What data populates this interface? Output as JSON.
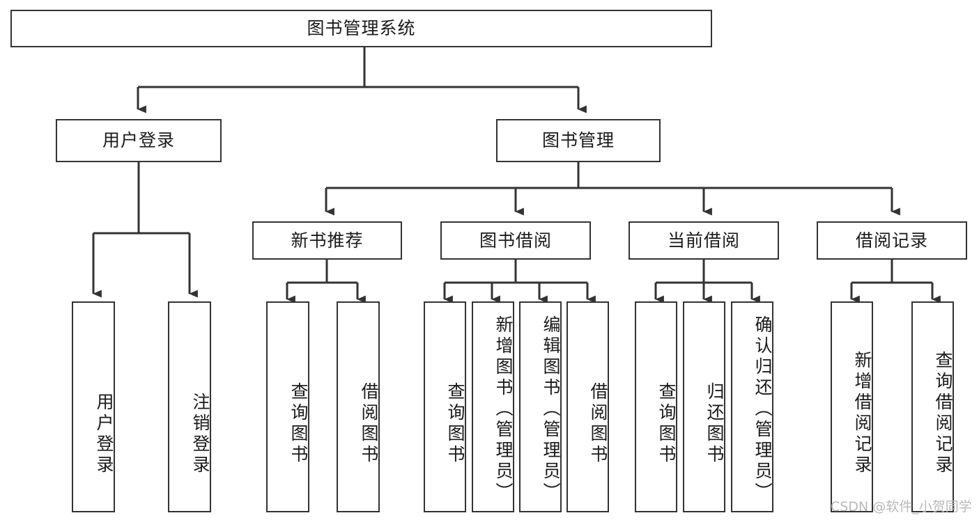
{
  "diagram": {
    "title": "图书管理系统",
    "watermark": "CSDN @软件_小贺同学",
    "colors": {
      "box_border": "#333333",
      "box_fill": "#ffffff",
      "edge": "#333333",
      "text": "#1a1a1a",
      "watermark": "#b9b9b9"
    },
    "root": {
      "label": "图书管理系统"
    },
    "level2": [
      {
        "label": "用户登录"
      },
      {
        "label": "图书管理"
      }
    ],
    "level3": [
      {
        "label": "新书推荐"
      },
      {
        "label": "图书借阅"
      },
      {
        "label": "当前借阅"
      },
      {
        "label": "借阅记录"
      }
    ],
    "leaves": [
      {
        "label": "用户登录",
        "parent": "用户登录"
      },
      {
        "label": "注销登录",
        "parent": "用户登录"
      },
      {
        "label": "查询图书",
        "parent": "新书推荐"
      },
      {
        "label": "借阅图书",
        "parent": "新书推荐"
      },
      {
        "label": "查询图书",
        "parent": "图书借阅"
      },
      {
        "label": "新增图书（管理员）",
        "parent": "图书借阅"
      },
      {
        "label": "编辑图书（管理员）",
        "parent": "图书借阅"
      },
      {
        "label": "借阅图书",
        "parent": "图书借阅"
      },
      {
        "label": "查询图书",
        "parent": "当前借阅"
      },
      {
        "label": "归还图书",
        "parent": "当前借阅"
      },
      {
        "label": "确认归还（管理员）",
        "parent": "当前借阅"
      },
      {
        "label": "新增借阅记录",
        "parent": "借阅记录"
      },
      {
        "label": "查询借阅记录",
        "parent": "借阅记录"
      }
    ]
  }
}
